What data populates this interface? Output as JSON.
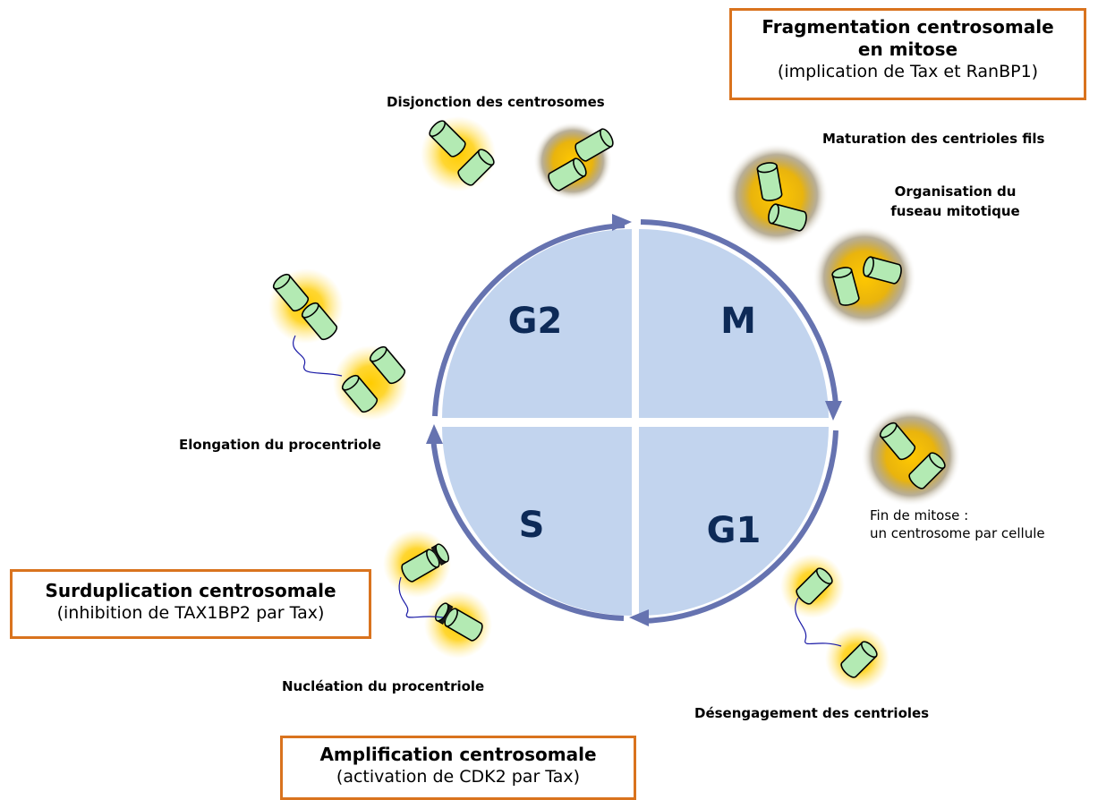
{
  "phases": {
    "g2": "G2",
    "m": "M",
    "s": "S",
    "g1": "G1"
  },
  "labels": {
    "disjonction": "Disjonction des centrosomes",
    "maturation": "Maturation des centrioles fils",
    "organisation_line1": "Organisation du",
    "organisation_line2": "fuseau mitotique",
    "fin_mitose_line1": "Fin de mitose :",
    "fin_mitose_line2": "un centrosome par cellule",
    "desengagement": "Désengagement des centrioles",
    "nucleation": "Nucléation du procentriole",
    "elongation": "Elongation du procentriole"
  },
  "boxes": {
    "fragmentation": {
      "title_line1": "Fragmentation centrosomale",
      "title_line2": "en mitose",
      "subtitle": "(implication de Tax et RanBP1)"
    },
    "surduplication": {
      "title": "Surduplication centrosomale",
      "subtitle": "(inhibition de TAX1BP2 par Tax)"
    },
    "amplification": {
      "title": "Amplification centrosomale",
      "subtitle": "(activation de CDK2 par Tax)"
    }
  },
  "colors": {
    "cycle_fill": "#c2d4ee",
    "cycle_stroke": "#6673b0",
    "phase_text": "#0d2a57",
    "box_border": "#d9731e",
    "centriole_fill": "#b3eab3",
    "glow": "#ffcc00",
    "link": "#1a1aa6"
  }
}
